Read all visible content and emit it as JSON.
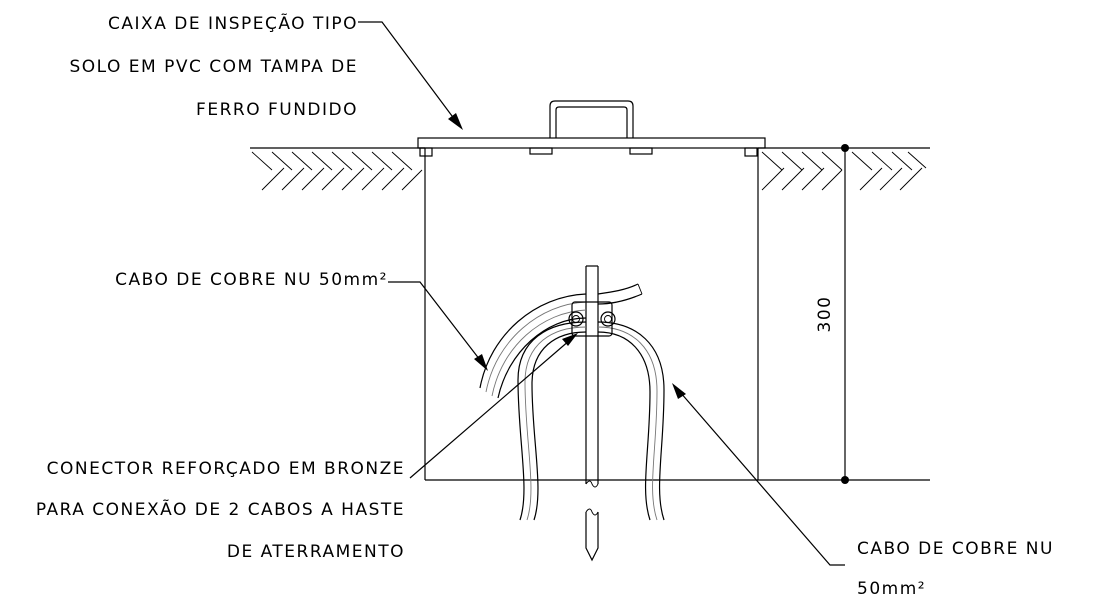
{
  "labels": {
    "box_line1": "CAIXA DE INSPEÇÃO TIPO",
    "box_line2": "SOLO EM PVC COM TAMPA DE",
    "box_line3": "FERRO FUNDIDO",
    "cable_left": "CABO DE COBRE NU 50mm²",
    "connector_line1": "CONECTOR REFORÇADO EM BRONZE",
    "connector_line2": "PARA CONEXÃO DE 2 CABOS A HASTE",
    "connector_line3": "DE ATERRAMENTO",
    "cable_right_line1": "CABO DE COBRE NU",
    "cable_right_line2": "50mm²"
  },
  "dimension": {
    "value": "300"
  }
}
